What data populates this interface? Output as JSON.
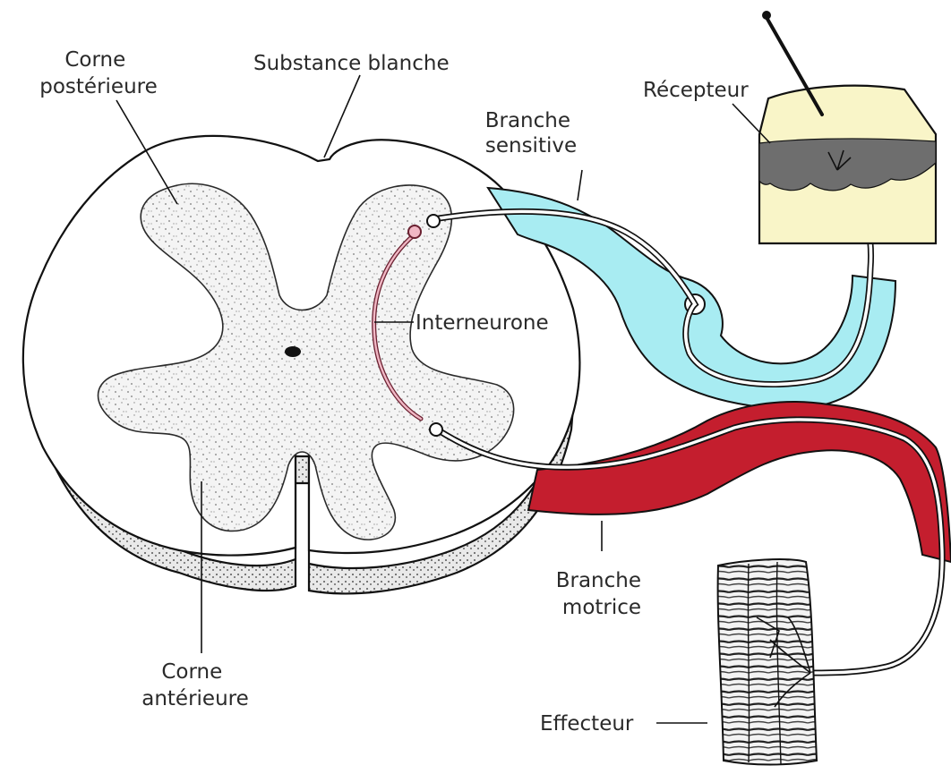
{
  "labels": {
    "corne_posterieure": [
      "Corne",
      "postérieure"
    ],
    "substance_blanche": "Substance blanche",
    "recepteur": "Récepteur",
    "branche_sensitive": [
      "Branche",
      "sensitive"
    ],
    "interneurone": "Interneurone",
    "branche_motrice": [
      "Branche",
      "motrice"
    ],
    "corne_anterieure": [
      "Corne",
      "antérieure"
    ],
    "effecteur": "Effecteur"
  },
  "colors": {
    "branche_sensitive": "#a8ecf2",
    "branche_motrice": "#c41e2e",
    "recepteur_peau": "#f9f5c8",
    "substance_grise": "#eeeeee",
    "interneurone": "#f0b7c4"
  }
}
